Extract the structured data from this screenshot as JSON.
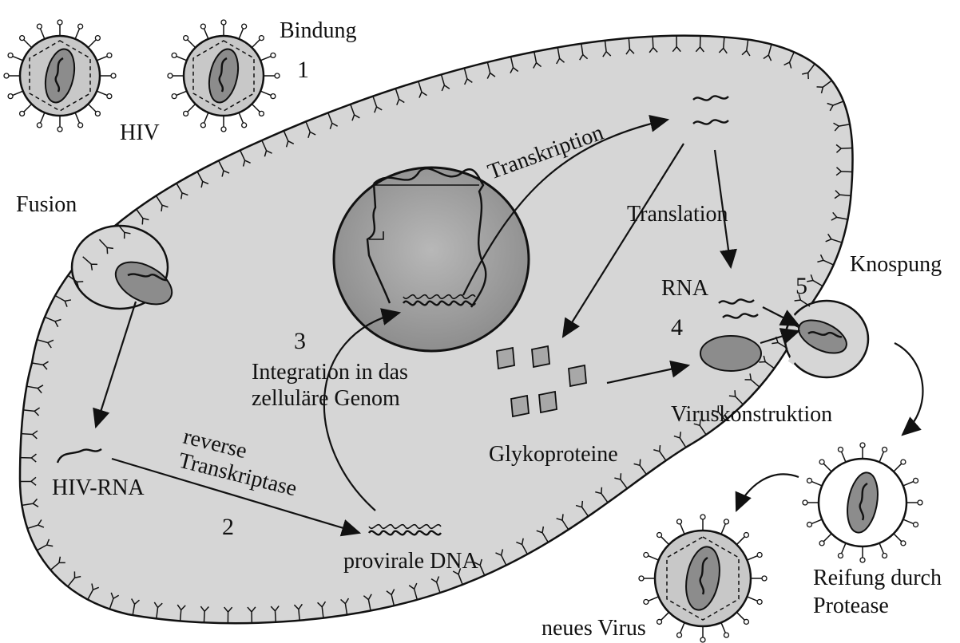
{
  "labels": {
    "bindung": "Bindung",
    "hiv": "HIV",
    "fusion": "Fusion",
    "transkription": "Transkription",
    "translation": "Translation",
    "rna": "RNA",
    "knospung": "Knospung",
    "integration_line1": "Integration in das",
    "integration_line2": "zelluläre Genom",
    "glykoproteine": "Glykoproteine",
    "viruskonstruktion": "Viruskonstruktion",
    "hiv_rna": "HIV-RNA",
    "reverse_line1": "reverse",
    "reverse_line2": "Transkriptase",
    "provirale_dna": "provirale DNA",
    "reifung_line1": "Reifung durch",
    "reifung_line2": "Protease",
    "neues_virus": "neues Virus"
  },
  "steps": {
    "step1": "1",
    "step2": "2",
    "step3": "3",
    "step4": "4",
    "step5": "5"
  },
  "colors": {
    "cell_fill": "#d6d6d6",
    "nucleus_fill": "#9a9a9a",
    "capsid_fill": "#8c8c8c",
    "virus_fill": "#c8c8c8",
    "ink": "#111111"
  }
}
